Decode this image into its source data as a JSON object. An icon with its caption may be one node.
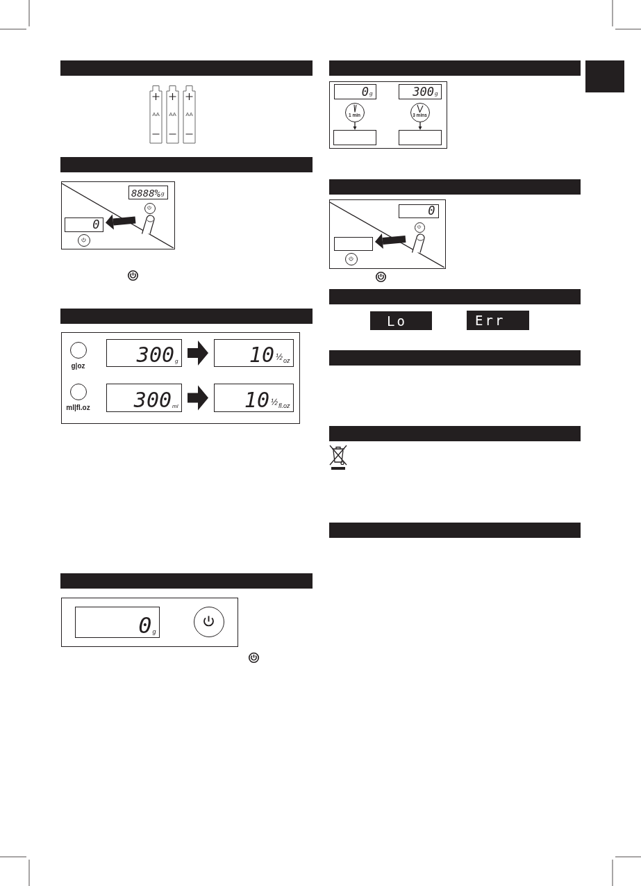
{
  "diagram": {
    "nodes": [
      {
        "text": [
          "AA"
        ]
      },
      {
        "text": [
          "AA"
        ]
      },
      {
        "text": [
          "AA"
        ]
      },
      {
        "text": [],
        "shape": "box"
      },
      {
        "text": [
          "8888%",
          "g"
        ],
        "in": 3
      },
      {
        "text": [],
        "shape": "circle",
        "in": 3
      },
      {
        "text": [
          "0"
        ],
        "in": 3
      },
      {
        "text": [],
        "shape": "circle",
        "in": 3
      },
      {
        "text": [],
        "shape": "box"
      },
      {
        "text": [
          "g|oz"
        ],
        "in": 8
      },
      {
        "text": [
          "300",
          "g"
        ],
        "in": 8
      },
      {
        "text": [
          "10",
          "½",
          "oz"
        ],
        "in": 8
      },
      {
        "text": [
          "ml|fl.oz"
        ],
        "in": 8
      },
      {
        "text": [
          "300",
          "ml"
        ],
        "in": 8
      },
      {
        "text": [
          "10",
          "½",
          "fl.oz"
        ],
        "in": 8
      },
      {
        "text": [],
        "shape": "box"
      },
      {
        "text": [
          "0",
          "g"
        ],
        "in": 15
      },
      {
        "text": [],
        "shape": "circle",
        "in": 15
      },
      {
        "text": [],
        "shape": "box"
      },
      {
        "text": [
          "0",
          "g"
        ],
        "in": 18
      },
      {
        "text": [
          "1 min"
        ],
        "in": 18
      },
      {
        "text": [],
        "shape": "box",
        "in": 18
      },
      {
        "text": [
          "300",
          "g"
        ],
        "in": 18
      },
      {
        "text": [
          "3 mins"
        ],
        "in": 18
      },
      {
        "text": [],
        "shape": "box",
        "in": 18
      },
      {
        "text": [],
        "shape": "box"
      },
      {
        "text": [
          "0"
        ],
        "in": 25
      },
      {
        "text": [],
        "shape": "circle",
        "in": 25
      },
      {
        "text": [],
        "shape": "box",
        "in": 25
      },
      {
        "text": [],
        "shape": "circle",
        "in": 25
      },
      {
        "text": [
          "Lo"
        ]
      },
      {
        "text": [
          "Err"
        ]
      }
    ],
    "edges": [
      {
        "from": 5,
        "to": 6,
        "arrow": "to"
      },
      {
        "from": 10,
        "to": 11,
        "arrow": "to"
      },
      {
        "from": 13,
        "to": 14,
        "arrow": "to"
      },
      {
        "from": 20,
        "to": 21,
        "arrow": "to"
      },
      {
        "from": 23,
        "to": 24,
        "arrow": "to"
      },
      {
        "from": 27,
        "to": 28,
        "arrow": "to"
      }
    ]
  }
}
